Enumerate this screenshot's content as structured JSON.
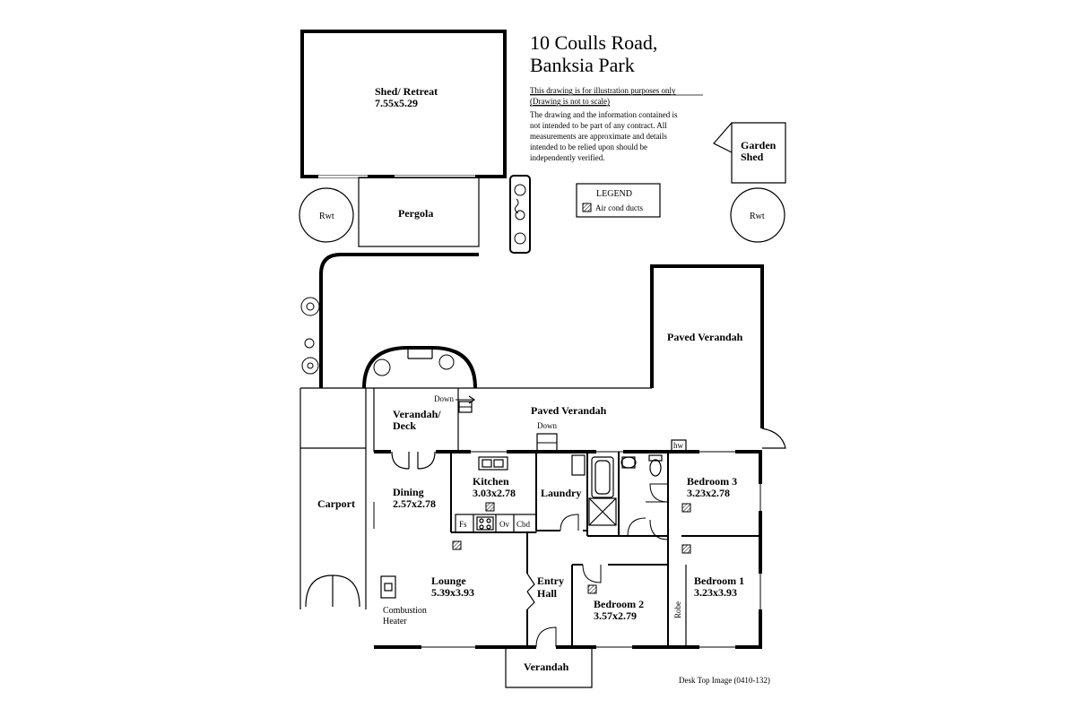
{
  "address": {
    "line1": "10 Coulls Road,",
    "line2": "Banksia Park"
  },
  "disclaimer": {
    "underline1": "This drawing is for illustration purposes only",
    "underline2": "(Drawing is not to scale)",
    "body": [
      "The drawing and the information contained is",
      "not intended to be part of any contract.  All",
      "measurements are approximate and details",
      "intended to be relied upon should be",
      "independently verified."
    ]
  },
  "legend": {
    "title": "LEGEND",
    "item": "Air cond ducts"
  },
  "rooms": {
    "shed": {
      "name": "Shed/ Retreat",
      "size": "7.55x5.29"
    },
    "pergola": {
      "name": "Pergola"
    },
    "rwt_left": {
      "name": "Rwt"
    },
    "rwt_right": {
      "name": "Rwt"
    },
    "garden_shed": {
      "name1": "Garden",
      "name2": "Shed"
    },
    "paved_verandah_top": {
      "name": "Paved Verandah"
    },
    "paved_verandah": {
      "name": "Paved Verandah"
    },
    "verandah_deck": {
      "name1": "Verandah/",
      "name2": "Deck"
    },
    "carport": {
      "name": "Carport"
    },
    "dining": {
      "name": "Dining",
      "size": "2.57x2.78"
    },
    "kitchen": {
      "name": "Kitchen",
      "size": "3.03x2.78"
    },
    "laundry": {
      "name": "Laundry"
    },
    "bedroom3": {
      "name": "Bedroom 3",
      "size": "3.23x2.78"
    },
    "lounge": {
      "name": "Lounge",
      "size": "5.39x3.93"
    },
    "entry_hall": {
      "name1": "Entry",
      "name2": "Hall"
    },
    "bedroom2": {
      "name": "Bedroom 2",
      "size": "3.57x2.79"
    },
    "bedroom1": {
      "name": "Bedroom 1",
      "size": "3.23x3.93"
    },
    "verandah_front": {
      "name": "Verandah"
    }
  },
  "annotations": {
    "down1": "Down",
    "down2": "Down",
    "hw": "hw",
    "fs": "Fs",
    "ov": "Ov",
    "cbd": "Cbd",
    "robe": "Robe",
    "combustion1": "Combustion",
    "combustion2": "Heater"
  },
  "footer": {
    "credit": "Desk Top Image  (0410-132)"
  }
}
